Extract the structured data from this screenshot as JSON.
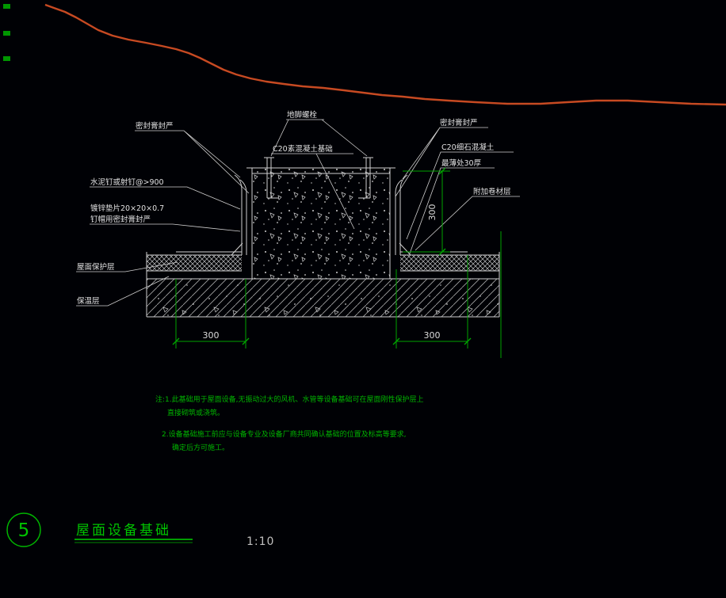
{
  "drawing": {
    "labels": {
      "seal_left": "密封膏封严",
      "anchor_bolt": "地脚螺栓",
      "c20_plain_concrete": "C20素混凝土基础",
      "seal_right": "密封膏封严",
      "c20_fine_concrete": "C20细石混凝土",
      "thinnest_30": "最薄处30厚",
      "added_membrane": "附加卷材层",
      "nails": "水泥钉或射钉@>900",
      "washer": "镀锌垫片20×20×0.7",
      "nail_cap_seal": "钉帽用密封膏封严",
      "roof_protection": "屋面保护层",
      "insulation": "保温层"
    },
    "dims": {
      "bottom_left": "300",
      "bottom_right": "300",
      "vertical_right": "300"
    },
    "notes": {
      "line1": "注:1.此基础用于屋面设备,无振动过大的风机、水管等设备基础可在屋面刚性保护层上",
      "line2": "直接砌筑或浇筑。",
      "line3": "2.设备基础施工前应与设备专业及设备厂商共同确认基础的位置及标高等要求,",
      "line4": "确定后方可施工。"
    }
  },
  "title_block": {
    "number": "5",
    "title": "屋面设备基础",
    "scale": "1:10"
  },
  "colors": {
    "background": "#000105",
    "drawing_line": "#d0d0d0",
    "dimension_green": "#00a400",
    "note_green": "#00b400",
    "terrain_orange": "#c74a22"
  }
}
